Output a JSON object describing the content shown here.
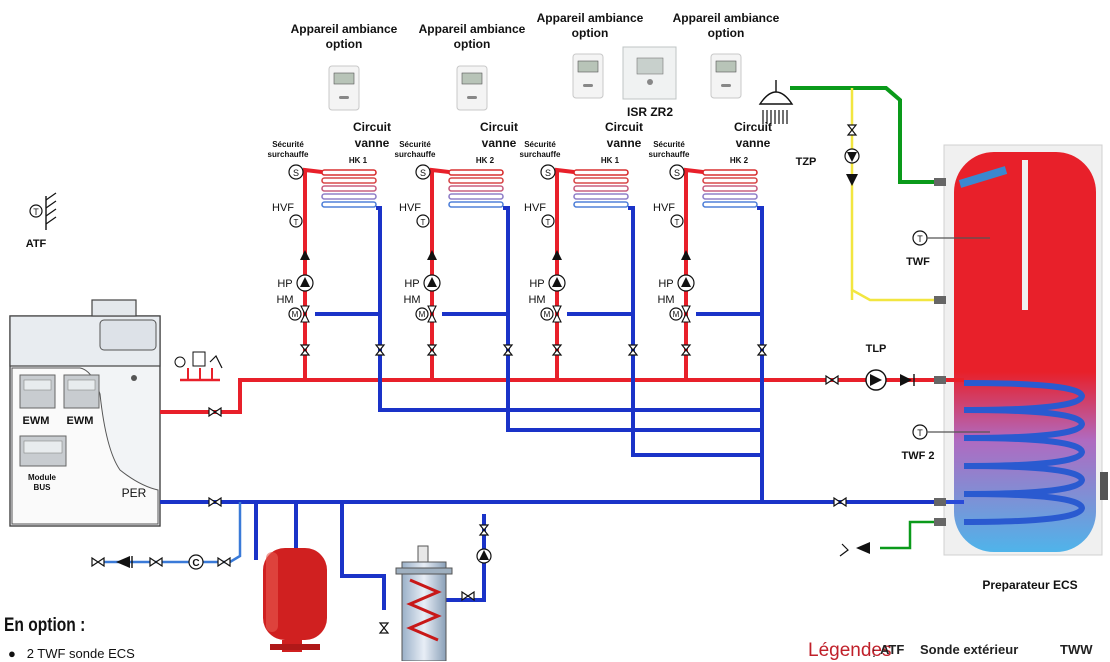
{
  "room_units": [
    {
      "label": "Appareil ambiance",
      "sub": "option"
    },
    {
      "label": "Appareil ambiance",
      "sub": "option"
    },
    {
      "label": "Appareil ambiance",
      "sub": "option"
    },
    {
      "label": "Appareil ambiance",
      "sub": "option"
    }
  ],
  "isr_label": "ISR ZR2",
  "circuits": [
    {
      "title1": "Circuit",
      "title2": "vanne",
      "hk": "HK 1",
      "safety1": "Sécurité",
      "safety2": "surchauffe",
      "s": "S",
      "hvf": "HVF",
      "t": "T",
      "hp": "HP",
      "hm": "HM",
      "m": "M"
    },
    {
      "title1": "Circuit",
      "title2": "vanne",
      "hk": "HK 2",
      "safety1": "Sécurité",
      "safety2": "surchauffe",
      "s": "S",
      "hvf": "HVF",
      "t": "T",
      "hp": "HP",
      "hm": "HM",
      "m": "M"
    },
    {
      "title1": "Circuit",
      "title2": "vanne",
      "hk": "HK 1",
      "safety1": "Sécurité",
      "safety2": "surchauffe",
      "s": "S",
      "hvf": "HVF",
      "t": "T",
      "hp": "HP",
      "hm": "HM",
      "m": "M"
    },
    {
      "title1": "Circuit",
      "title2": "vanne",
      "hk": "HK 2",
      "safety1": "Sécurité",
      "safety2": "surchauffe",
      "s": "S",
      "hvf": "HVF",
      "t": "T",
      "hp": "HP",
      "hm": "HM",
      "m": "M"
    }
  ],
  "atf": {
    "t": "T",
    "label": "ATF"
  },
  "boiler": {
    "ewm1": "EWM",
    "ewm2": "EWM",
    "module1": "Module",
    "module2": "BUS",
    "per": "PER",
    "c": "C"
  },
  "tank": {
    "tzp": "TZP",
    "twf_t": "T",
    "twf": "TWF",
    "tlp": "TLP",
    "twf2_t": "T",
    "twf2": "TWF 2",
    "label": "Preparateur ECS"
  },
  "options": {
    "title": "En option :",
    "item": "2 TWF sonde ECS"
  },
  "legend": {
    "title": "Légendes",
    "sep": ":",
    "code": "ATF",
    "desc": "Sonde extérieur",
    "code2": "TWW"
  },
  "colors": {
    "hot": "#e8202a",
    "cold": "#1a33c8",
    "dhw": "#0a9a1a",
    "yellow": "#f2e640",
    "tank_red": "#e8202a",
    "tank_blue": "#4fa8e0",
    "vessel": "#d02020"
  }
}
